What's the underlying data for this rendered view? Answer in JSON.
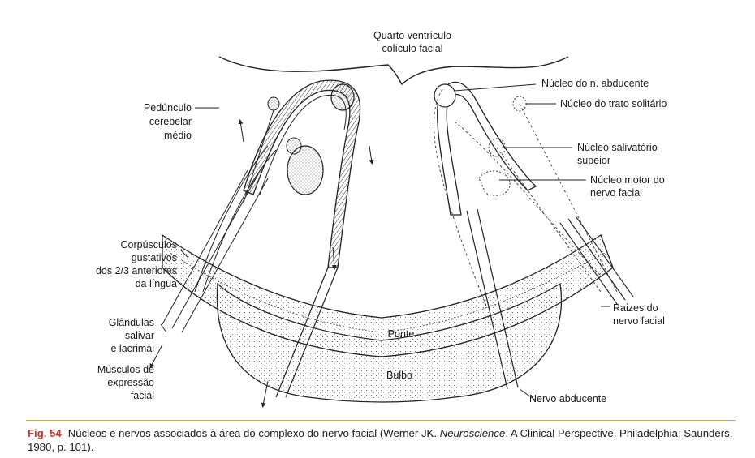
{
  "labels": {
    "quarto_ventriculo": "Quarto ventrículo",
    "coliculo_facial": "colículo facial",
    "nucleo_abducente": "Núcleo do n. abducente",
    "nucleo_trato_solitario": "Núcleo do trato solitário",
    "pedunculo_1": "Pedúnculo",
    "pedunculo_2": "cerebelar",
    "pedunculo_3": "médio",
    "salivatorio_1": "Núcleo salivatório",
    "salivatorio_2": "supeior",
    "motor_1": "Núcleo motor do",
    "motor_2": "nervo facial",
    "corpusculos_1": "Corpúsculos",
    "corpusculos_2": "gustativos",
    "corpusculos_3": "dos 2/3 anteriores",
    "corpusculos_4": "da língua",
    "glandulas_1": "Glândulas",
    "glandulas_2": "salivar",
    "glandulas_3": "e lacrimal",
    "musculos_1": "Músculos de",
    "musculos_2": "expressão",
    "musculos_3": "facial",
    "raizes_1": "Raizes do",
    "raizes_2": "nervo facial",
    "ponte": "Ponte",
    "bulbo": "Bulbo",
    "nervo_abducente": "Nervo abducente"
  },
  "caption": {
    "fig_num": "Fig. 54",
    "text_before": "Núcleos e nervos associados à área do complexo do nervo facial (Werner JK.",
    "journal": "Neuroscience",
    "text_after": ". A Clinical Perspective. Philadelphia: Saunders, 1980, p. 101).",
    "color": "#c0392b"
  }
}
